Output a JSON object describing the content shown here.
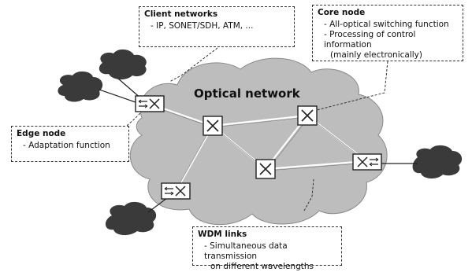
{
  "diagram": {
    "network_label": "Optical network",
    "client_networks": {
      "title": "Client networks",
      "items": [
        "- IP, SONET/SDH, ATM, ..."
      ]
    },
    "core_node": {
      "title": "Core node",
      "items": [
        "- All-optical switching function",
        "- Processing of control information",
        "(mainly electronically)"
      ]
    },
    "edge_node": {
      "title": "Edge node",
      "items": [
        "- Adaptation function"
      ]
    },
    "wdm_links": {
      "title": "WDM links",
      "items": [
        "- Simultaneous data transmission",
        "on different wavelengths"
      ]
    },
    "colors": {
      "optical_cloud": "#bdbdbd",
      "client_cloud": "#3a3a3a",
      "link": "#ffffff",
      "node_fill": "#ffffff",
      "node_stroke": "#222222"
    }
  }
}
